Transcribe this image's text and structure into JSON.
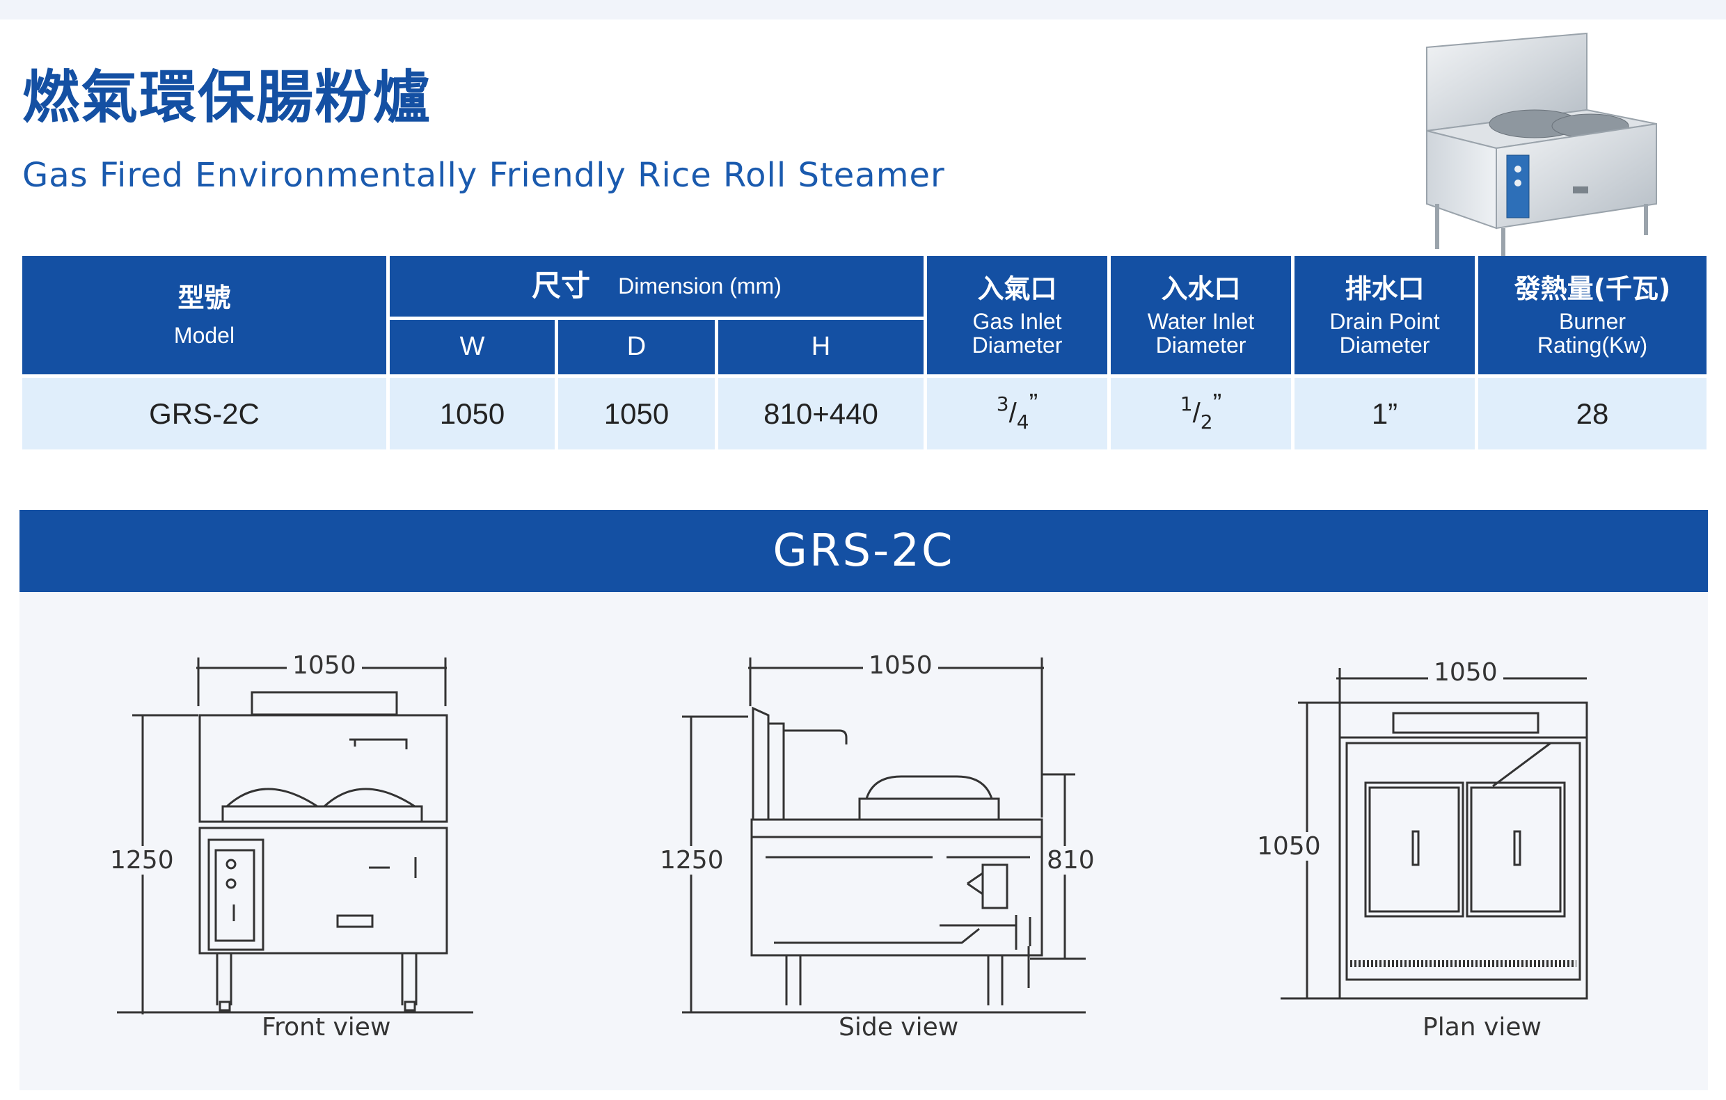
{
  "header": {
    "title_zh": "燃氣環保腸粉爐",
    "title_en": "Gas Fired Environmentally Friendly Rice Roll Steamer"
  },
  "spec_table": {
    "model_zh": "型號",
    "model_en": "Model",
    "dimension_zh": "尺寸",
    "dimension_en": "Dimension (mm)",
    "w_label": "W",
    "d_label": "D",
    "h_label": "H",
    "gas_zh": "入氣口",
    "gas_en_1": "Gas Inlet",
    "gas_en_2": "Diameter",
    "water_zh": "入水口",
    "water_en_1": "Water Inlet",
    "water_en_2": "Diameter",
    "drain_zh": "排水口",
    "drain_en_1": "Drain Point",
    "drain_en_2": "Diameter",
    "burner_zh": "發熱量(千瓦)",
    "burner_en_1": "Burner",
    "burner_en_2": "Rating(Kw)",
    "row": {
      "model": "GRS-2C",
      "w": "1050",
      "d": "1050",
      "h": "810+440",
      "gas_num": "3",
      "gas_den": "4",
      "water_num": "1",
      "water_den": "2",
      "drain": "1”",
      "burner": "28"
    }
  },
  "banner": {
    "model": "GRS-2C"
  },
  "drawings": {
    "front": {
      "width": "1050",
      "height": "1250",
      "label": "Front view"
    },
    "side": {
      "width": "1050",
      "height": "1250",
      "inner": "810",
      "label": "Side view"
    },
    "plan": {
      "width": "1050",
      "depth": "1050",
      "label": "Plan view"
    }
  },
  "colors": {
    "brand_blue": "#1450a3",
    "row_tint": "#e0eefb",
    "panel": "#f4f6fa"
  }
}
